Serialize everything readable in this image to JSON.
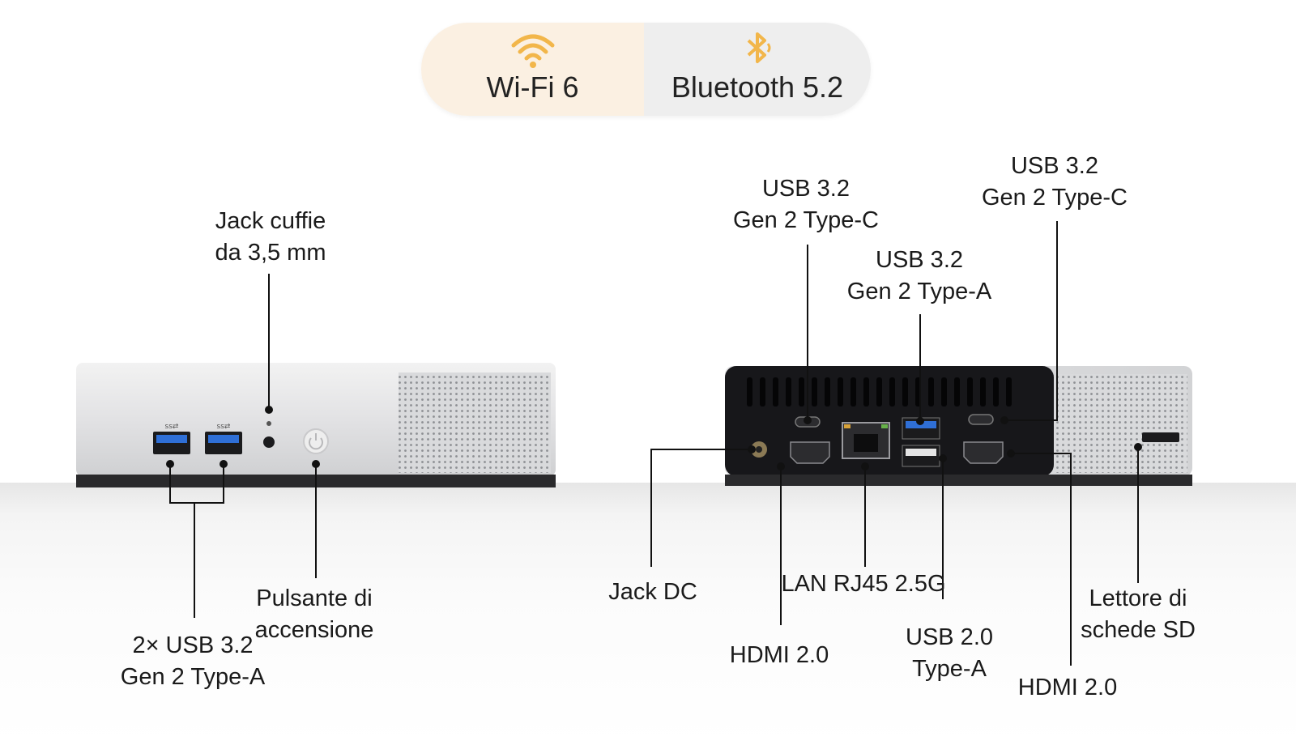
{
  "badges": {
    "wifi": {
      "icon": "wifi-icon",
      "label": "Wi-Fi 6"
    },
    "bluetooth": {
      "icon": "bluetooth-icon",
      "label": "Bluetooth 5.2"
    }
  },
  "front": {
    "headphone_jack": [
      "Jack cuffie",
      "da 3,5 mm"
    ],
    "usb_a": [
      "2× USB 3.2",
      "Gen 2 Type-A"
    ],
    "power_button": [
      "Pulsante di",
      "accensione"
    ]
  },
  "rear": {
    "usb_c_left": [
      "USB 3.2",
      "Gen 2 Type-C"
    ],
    "usb_c_right": [
      "USB 3.2",
      "Gen 2 Type-C"
    ],
    "usb_a_32": [
      "USB 3.2",
      "Gen 2 Type-A"
    ],
    "dc_jack": [
      "Jack DC"
    ],
    "lan": [
      "LAN RJ45 2.5G"
    ],
    "hdmi_left": [
      "HDMI 2.0"
    ],
    "usb_20": [
      "USB 2.0",
      "Type-A"
    ],
    "hdmi_right": [
      "HDMI 2.0"
    ],
    "sd_reader": [
      "Lettore di",
      "schede SD"
    ]
  },
  "colors": {
    "wifi_accent": "#f2b64a",
    "badge_left_bg": "#fbf0e2",
    "badge_right_bg": "#eeeeee",
    "usb3_blue": "#2f6fd6",
    "chassis_dark": "#17171a"
  }
}
